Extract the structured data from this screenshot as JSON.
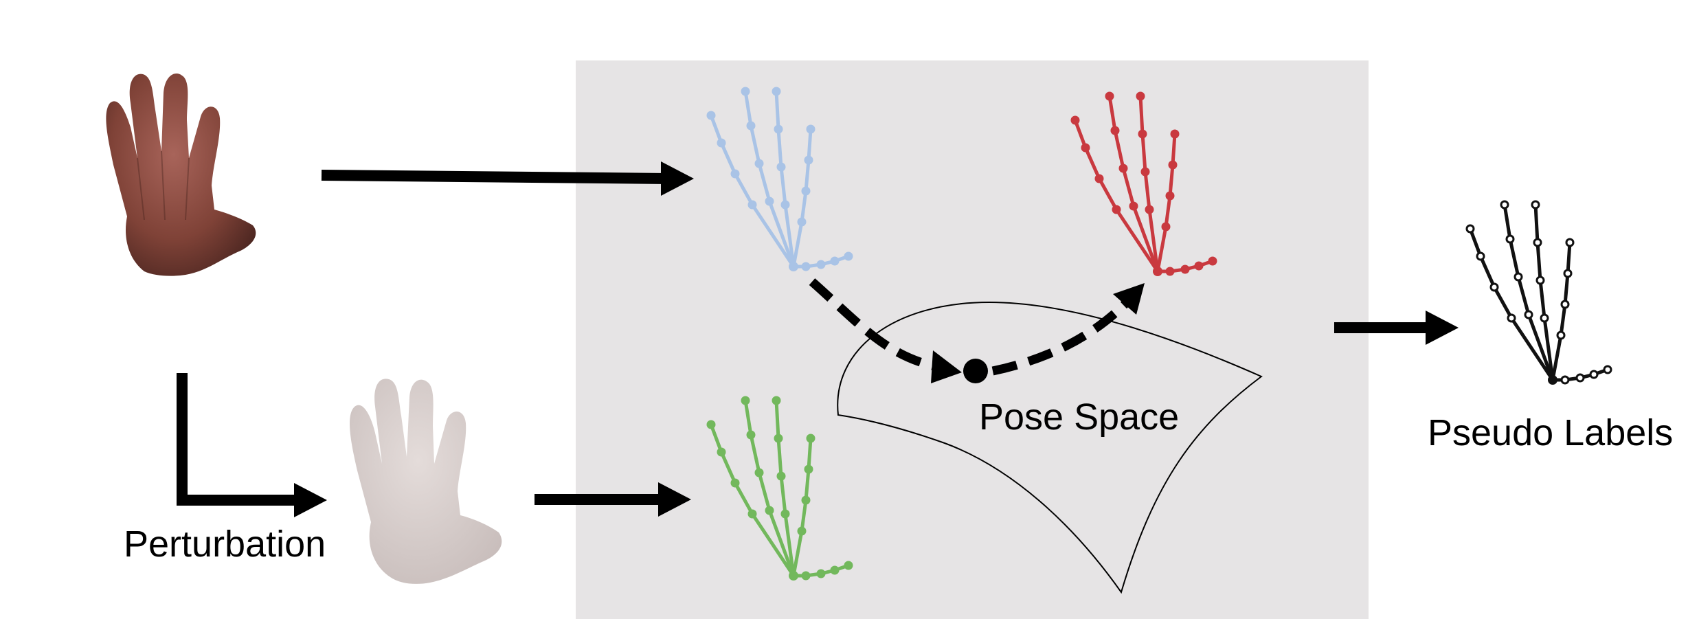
{
  "labels": {
    "perturbation": "Perturbation",
    "pose_space": "Pose Space",
    "pseudo_labels": "Pseudo Labels"
  },
  "colors": {
    "panel_bg": "#e6e4e5",
    "skeleton_blue": "#a9c3e6",
    "skeleton_red": "#c9393f",
    "skeleton_green": "#72b85c",
    "skeleton_black": "#111111",
    "hand_skin": "#8a4a3e",
    "hand_faded": "#d7cfcd",
    "arrow": "#000000"
  },
  "icons": [
    "hand-mesh-icon",
    "faded-hand-mesh-icon",
    "blue-hand-skeleton-icon",
    "red-hand-skeleton-icon",
    "green-hand-skeleton-icon",
    "black-hand-skeleton-icon"
  ]
}
